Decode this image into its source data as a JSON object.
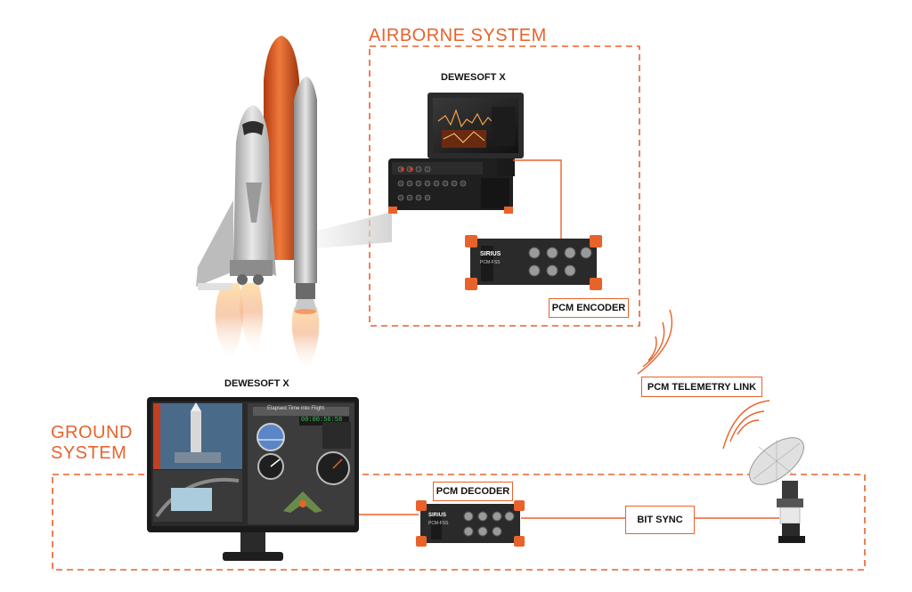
{
  "airborne": {
    "title": "AIRBORNE SYSTEM",
    "software_label": "DEWESOFT X",
    "encoder_label": "PCM ENCODER",
    "device_brand": "SIRIUS",
    "device_model": "PCM-FSS"
  },
  "ground": {
    "title_line1": "GROUND",
    "title_line2": "SYSTEM",
    "software_label": "DEWESOFT X",
    "decoder_label": "PCM DECODER",
    "bitsync_label": "BIT SYNC",
    "monitor_header": "Elapsed Time into Flight",
    "monitor_time": "00:00:56:58",
    "device_brand": "SIRIUS",
    "device_model": "PCM-FSS"
  },
  "link": {
    "telemetry_label": "PCM TELEMETRY LINK"
  },
  "colors": {
    "accent": "#e8622b",
    "device_dark": "#2a2a2a"
  }
}
